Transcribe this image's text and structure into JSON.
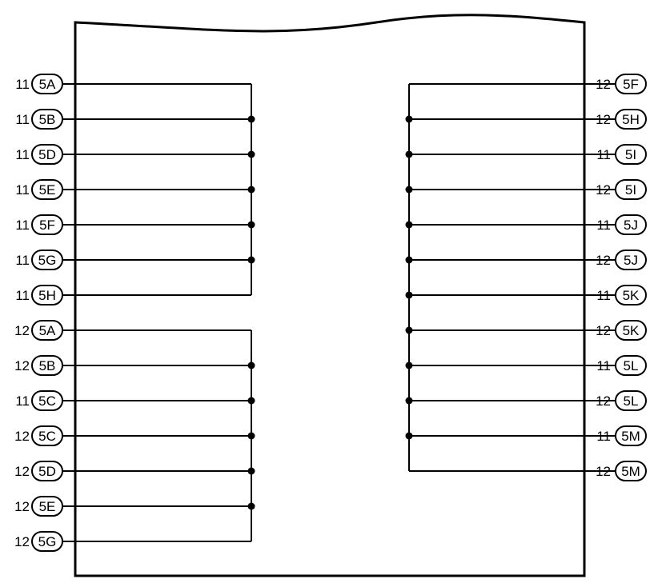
{
  "left": {
    "groups": [
      {
        "pins": [
          {
            "num": "11",
            "label": "5A"
          },
          {
            "num": "11",
            "label": "5B"
          },
          {
            "num": "11",
            "label": "5D"
          },
          {
            "num": "11",
            "label": "5E"
          },
          {
            "num": "11",
            "label": "5F"
          },
          {
            "num": "11",
            "label": "5G"
          },
          {
            "num": "11",
            "label": "5H"
          }
        ]
      },
      {
        "pins": [
          {
            "num": "12",
            "label": "5A"
          },
          {
            "num": "12",
            "label": "5B"
          },
          {
            "num": "11",
            "label": "5C"
          },
          {
            "num": "12",
            "label": "5C"
          },
          {
            "num": "12",
            "label": "5D"
          },
          {
            "num": "12",
            "label": "5E"
          },
          {
            "num": "12",
            "label": "5G"
          }
        ]
      }
    ]
  },
  "right": {
    "groups": [
      {
        "pins": [
          {
            "num": "12",
            "label": "5F"
          },
          {
            "num": "12",
            "label": "5H"
          },
          {
            "num": "11",
            "label": "5I"
          },
          {
            "num": "12",
            "label": "5I"
          },
          {
            "num": "11",
            "label": "5J"
          },
          {
            "num": "12",
            "label": "5J"
          },
          {
            "num": "11",
            "label": "5K"
          },
          {
            "num": "12",
            "label": "5K"
          },
          {
            "num": "11",
            "label": "5L"
          },
          {
            "num": "12",
            "label": "5L"
          },
          {
            "num": "11",
            "label": "5M"
          },
          {
            "num": "12",
            "label": "5M"
          }
        ]
      }
    ]
  }
}
